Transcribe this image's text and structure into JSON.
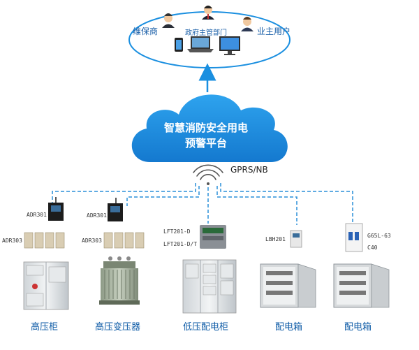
{
  "top_group": {
    "roles": {
      "maintainer": "维保商",
      "government": "政府主管部门",
      "owner": "业主用户"
    }
  },
  "cloud": {
    "title_line1": "智慧消防安全用电",
    "title_line2": "预警平台"
  },
  "network": {
    "protocol": "GPRS/NB"
  },
  "devices": {
    "adr301_left": "ADR301",
    "adr301_mid": "ADR301",
    "adr303_left": "ADR303",
    "adr303_mid": "ADR303",
    "lft201_d": "LFT201-D",
    "lft201_dt": "LFT201-D/T",
    "lbh201": "LBH201",
    "g65l63": "G65L-63",
    "c40": "C40"
  },
  "equipment": {
    "hv_cabinet": "高压柜",
    "hv_transformer": "高压变压器",
    "lv_cabinet": "低压配电柜",
    "dist_box_1": "配电箱",
    "dist_box_2": "配电箱"
  },
  "colors": {
    "accent_blue": "#1a8fe0",
    "cloud_blue": "#1e90e6",
    "dash_blue": "#2a8fd8",
    "label_blue": "#0c5aa6"
  }
}
